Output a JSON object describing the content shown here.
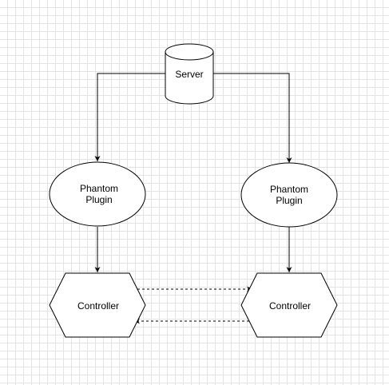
{
  "diagram": {
    "nodes": {
      "server": {
        "label": "Server",
        "shape": "cylinder"
      },
      "plugin_left": {
        "label_line1": "Phantom",
        "label_line2": "Plugin",
        "shape": "ellipse"
      },
      "plugin_right": {
        "label_line1": "Phantom",
        "label_line2": "Plugin",
        "shape": "ellipse"
      },
      "controller_left": {
        "label": "Controller",
        "shape": "hexagon"
      },
      "controller_right": {
        "label": "Controller",
        "shape": "hexagon"
      }
    },
    "edges": [
      {
        "from": "server",
        "to": "plugin_left",
        "style": "solid"
      },
      {
        "from": "server",
        "to": "plugin_right",
        "style": "solid"
      },
      {
        "from": "plugin_left",
        "to": "controller_left",
        "style": "solid"
      },
      {
        "from": "plugin_right",
        "to": "controller_right",
        "style": "solid"
      },
      {
        "from": "controller_left",
        "to": "controller_right",
        "style": "dashed"
      },
      {
        "from": "controller_right",
        "to": "controller_left",
        "style": "dashed"
      }
    ],
    "colors": {
      "stroke": "#000000",
      "fill": "#ffffff",
      "grid": "#e4e4e4",
      "background": "#ffffff"
    }
  }
}
